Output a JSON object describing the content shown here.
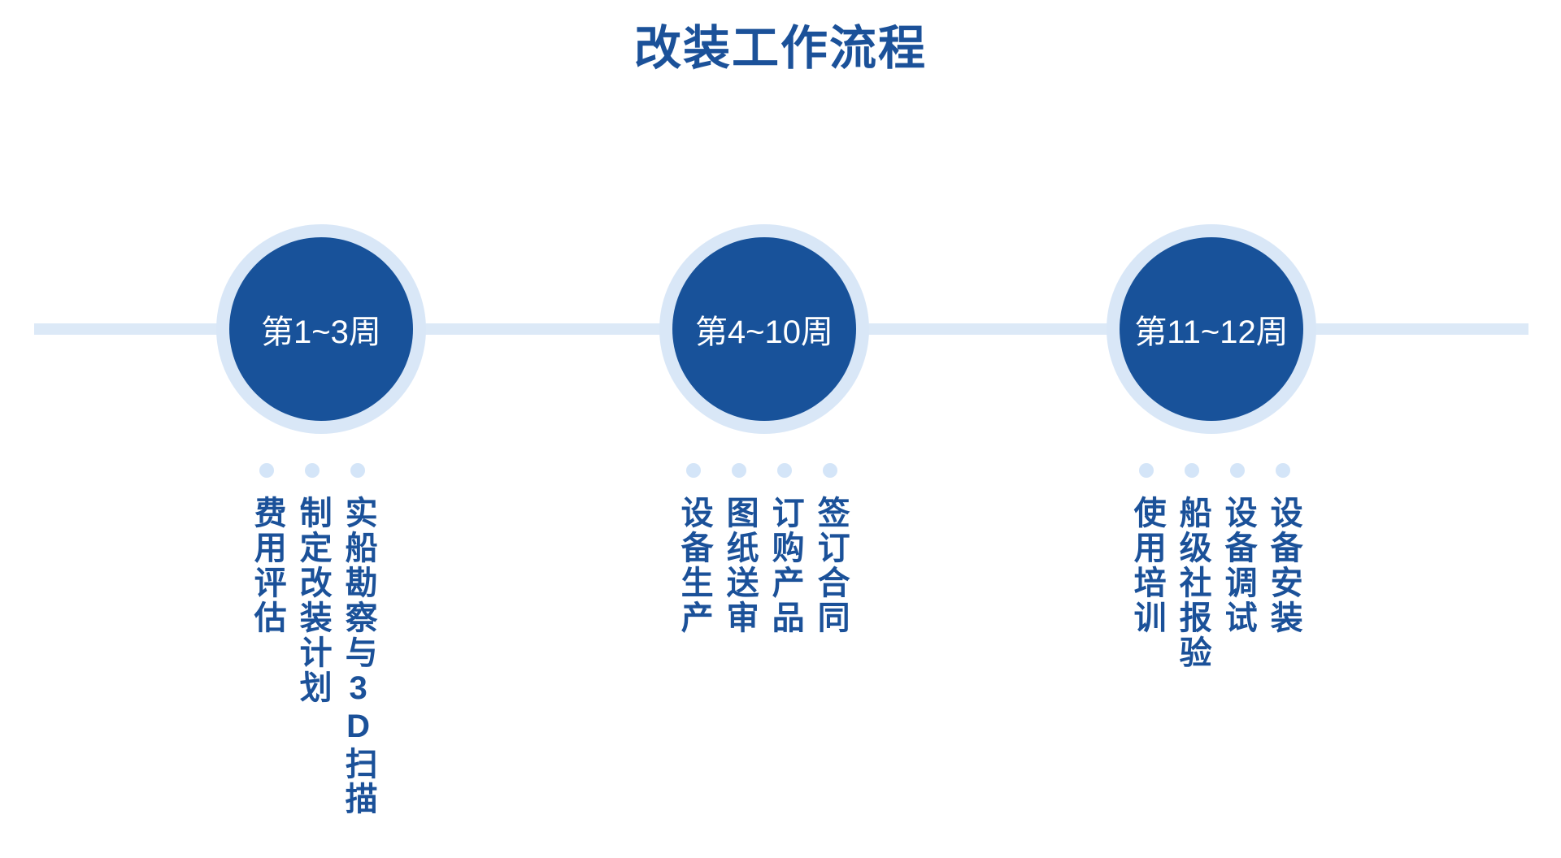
{
  "title": "改装工作流程",
  "colors": {
    "primary_dark_blue": "#18529A",
    "title_blue": "#1B5199",
    "ring_light_blue": "#D9E7F7",
    "rail_light_blue": "#DCE9F7",
    "dot_light_blue": "#D4E5F8",
    "background": "#FFFFFF"
  },
  "timeline": {
    "stages": [
      {
        "id": "stage-1",
        "label": "第1~3周",
        "tasks": [
          "实船勘察与3D扫描",
          "制定改装计划",
          "费用评估"
        ]
      },
      {
        "id": "stage-2",
        "label": "第4~10周",
        "tasks": [
          "签订合同",
          "订购产品",
          "图纸送审",
          "设备生产"
        ]
      },
      {
        "id": "stage-3",
        "label": "第11~12周",
        "tasks": [
          "设备安装",
          "设备调试",
          "船级社报验",
          "使用培训"
        ]
      }
    ]
  }
}
